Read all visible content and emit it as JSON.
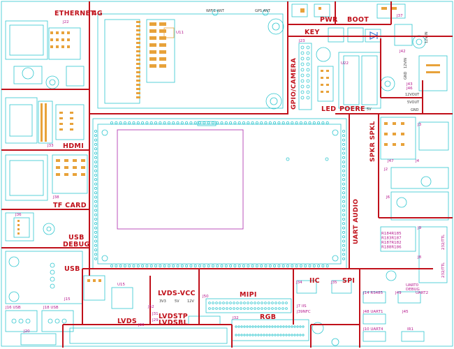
{
  "sections": {
    "ethernet": "ETHERNET",
    "g4": "4G",
    "key": "KEY",
    "pwr": "PWR",
    "boot": "BOOT",
    "hdmi": "HDMI",
    "tf_card": "TF CARD",
    "usb_debug_1": "USB",
    "usb_debug_2": "DEBUG",
    "usb": "USB",
    "gpio_camera": "GPIO/CAMERA",
    "led": "LED",
    "poere": "POERE",
    "spkr_spkl": "SPKR SPKL",
    "uart_audio": "UART AUDIO",
    "lvds_vcc": "LVDS-VCC",
    "lvdstp": "LVDSTP",
    "lvdsbl": "LVDSBL",
    "lvds": "LVDS",
    "mipi": "MIPI",
    "rgb": "RGB",
    "iic": "IIC",
    "spi": "SPI"
  },
  "labels": {
    "wifi_ant": "WIFI1 ANT",
    "gps_ant": "GPS ANT",
    "j22": "J22",
    "u11": "U11",
    "j33": "J33",
    "j38": "J38",
    "j36": "J36",
    "j15": "J15",
    "j16_usb": "J16   USB",
    "j18_usb": "J18   USB",
    "j20": "J20",
    "u15": "U15",
    "j30": "J30",
    "j52": "J52",
    "j31": "J31",
    "j29": "J29",
    "v3v3": "3V3",
    "v5v": "5V",
    "v12v": "12V",
    "j50": "J50",
    "j32": "J32",
    "j34": "J34",
    "j35": "J35",
    "j7_iis": "J7 IIS",
    "j39nfc": "J39NFC",
    "j14_rs485": "J14 RS485",
    "j49": "J49",
    "uart0_debug_1": "UART0",
    "uart0_debug_2": "DEBUG",
    "uart2": "UART2",
    "j48_uart1": "J48 UART1",
    "j45": "J45",
    "j10_uart4": "J10 UART4",
    "ir1": "IR1",
    "j23": "J23",
    "u22": "U22",
    "j37": "J37",
    "v12v_in": "12V IN",
    "j42": "J42",
    "v12vin": "12VIN",
    "gnd_1": "GND",
    "j43": "J43",
    "j46": "J46",
    "v12vout": "12VOUT",
    "v5vout": "5VOUT",
    "gnd_2": "GND",
    "v5v_poe": "5V",
    "j3": "J3",
    "j47": "J47",
    "j4": "J4",
    "j2": "J2",
    "j6": "J6",
    "j9": "J9",
    "j8": "J8",
    "r184_188": "R184R185\nR183R187\nR187R182\nR188R186",
    "d232ttl_1": "232/TTL",
    "d232ttl_2": "232/TTL"
  },
  "colors": {
    "section_border": "#c0101a",
    "section_text": "#c0101a",
    "outline": "#2fc6cf",
    "pad": "#e8a23a",
    "courtyard": "#b43fb4",
    "ref_text": "#b5198e"
  }
}
